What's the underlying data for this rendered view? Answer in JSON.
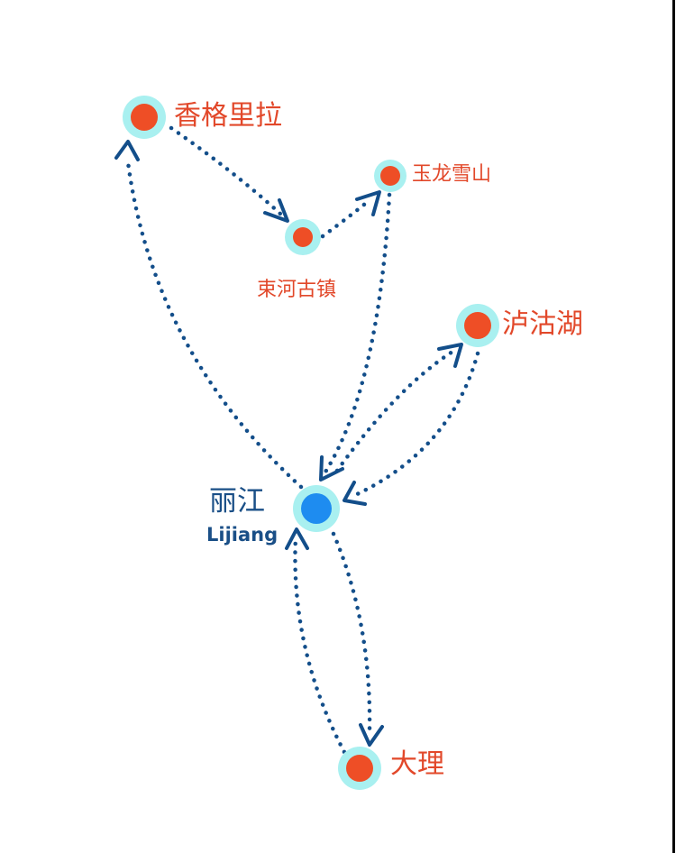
{
  "colors": {
    "route": "#134e8a",
    "destination_dot": "#ee4e26",
    "destination_halo": "#a9f0f0",
    "hub_dot": "#1e8cf0",
    "hub_halo": "#a9f0f0",
    "destination_label": "#e2482a",
    "hub_label": "#1a4f87",
    "background": "#ffffff",
    "edge_line": "#000000"
  },
  "hub": {
    "name": "丽江",
    "name_en": "Lijiang"
  },
  "places": {
    "shangrila": "香格里拉",
    "yulong": "玉龙雪山",
    "shuhe": "束河古镇",
    "lugu": "泸沽湖",
    "dali": "大理"
  },
  "routes": [
    {
      "from": "丽江",
      "to": "香格里拉"
    },
    {
      "from": "香格里拉",
      "to": "束河古镇"
    },
    {
      "from": "束河古镇",
      "to": "玉龙雪山"
    },
    {
      "from": "玉龙雪山",
      "to": "丽江"
    },
    {
      "from": "丽江",
      "to": "泸沽湖"
    },
    {
      "from": "泸沽湖",
      "to": "丽江"
    },
    {
      "from": "丽江",
      "to": "大理"
    },
    {
      "from": "大理",
      "to": "丽江"
    }
  ]
}
